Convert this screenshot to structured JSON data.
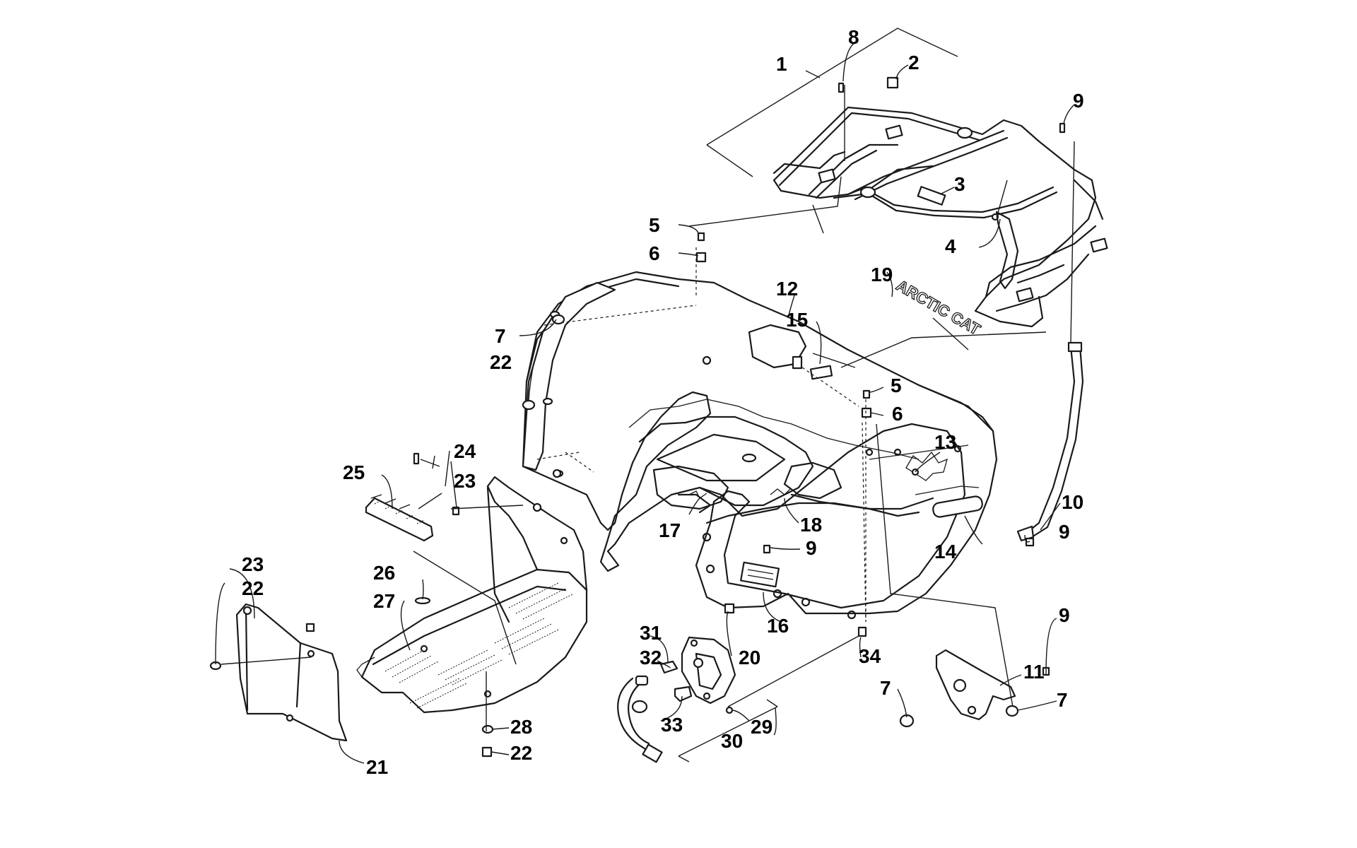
{
  "callouts": [
    {
      "id": "c1",
      "text": "1"
    },
    {
      "id": "c2",
      "text": "2"
    },
    {
      "id": "c3",
      "text": "3"
    },
    {
      "id": "c4",
      "text": "4"
    },
    {
      "id": "c5a",
      "text": "5"
    },
    {
      "id": "c5b",
      "text": "5"
    },
    {
      "id": "c6a",
      "text": "6"
    },
    {
      "id": "c6b",
      "text": "6"
    },
    {
      "id": "c7a",
      "text": "7"
    },
    {
      "id": "c7b",
      "text": "7"
    },
    {
      "id": "c7c",
      "text": "7"
    },
    {
      "id": "c8",
      "text": "8"
    },
    {
      "id": "c9a",
      "text": "9"
    },
    {
      "id": "c9b",
      "text": "9"
    },
    {
      "id": "c9c",
      "text": "9"
    },
    {
      "id": "c9d",
      "text": "9"
    },
    {
      "id": "c10",
      "text": "10"
    },
    {
      "id": "c11",
      "text": "11"
    },
    {
      "id": "c12",
      "text": "12"
    },
    {
      "id": "c13",
      "text": "13"
    },
    {
      "id": "c14",
      "text": "14"
    },
    {
      "id": "c15",
      "text": "15"
    },
    {
      "id": "c16",
      "text": "16"
    },
    {
      "id": "c17",
      "text": "17"
    },
    {
      "id": "c18",
      "text": "18"
    },
    {
      "id": "c19",
      "text": "19"
    },
    {
      "id": "c20",
      "text": "20"
    },
    {
      "id": "c21",
      "text": "21"
    },
    {
      "id": "c22a",
      "text": "22"
    },
    {
      "id": "c22b",
      "text": "22"
    },
    {
      "id": "c22c",
      "text": "22"
    },
    {
      "id": "c23a",
      "text": "23"
    },
    {
      "id": "c23b",
      "text": "23"
    },
    {
      "id": "c24",
      "text": "24"
    },
    {
      "id": "c25",
      "text": "25"
    },
    {
      "id": "c26",
      "text": "26"
    },
    {
      "id": "c27",
      "text": "27"
    },
    {
      "id": "c28",
      "text": "28"
    },
    {
      "id": "c29",
      "text": "29"
    },
    {
      "id": "c30",
      "text": "30"
    },
    {
      "id": "c31",
      "text": "31"
    },
    {
      "id": "c32",
      "text": "32"
    },
    {
      "id": "c33",
      "text": "33"
    },
    {
      "id": "c34",
      "text": "34"
    }
  ],
  "decal_text": "ARCTIC CAT"
}
